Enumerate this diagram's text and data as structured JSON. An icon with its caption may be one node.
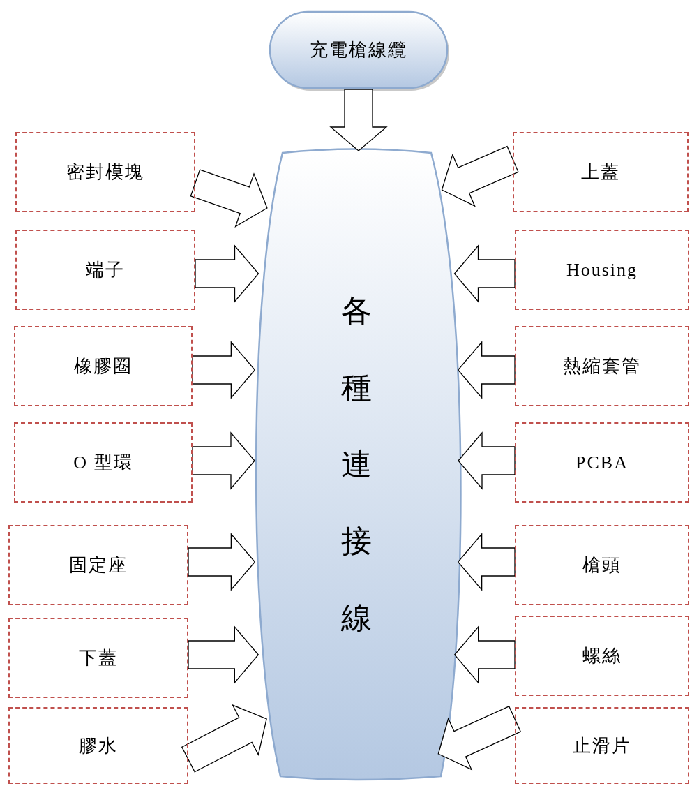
{
  "diagram": {
    "nodes": [
      {
        "text": [
          "充電槍線纜"
        ]
      },
      {
        "text": [
          "各種連接線"
        ]
      },
      {
        "text": [
          "密封模塊"
        ]
      },
      {
        "text": [
          "端子"
        ]
      },
      {
        "text": [
          "橡膠圈"
        ]
      },
      {
        "text": [
          "O 型環"
        ]
      },
      {
        "text": [
          "固定座"
        ]
      },
      {
        "text": [
          "下蓋"
        ]
      },
      {
        "text": [
          "膠水"
        ]
      },
      {
        "text": [
          "上蓋"
        ]
      },
      {
        "text": [
          "Housing"
        ]
      },
      {
        "text": [
          "熱縮套管"
        ]
      },
      {
        "text": [
          "PCBA"
        ]
      },
      {
        "text": [
          "槍頭"
        ]
      },
      {
        "text": [
          "螺絲"
        ]
      },
      {
        "text": [
          "止滑片"
        ]
      }
    ],
    "edges": [
      {
        "from": 0,
        "to": 1,
        "arrow": "to"
      },
      {
        "from": 2,
        "to": 1,
        "arrow": "to"
      },
      {
        "from": 3,
        "to": 1,
        "arrow": "to"
      },
      {
        "from": 4,
        "to": 1,
        "arrow": "to"
      },
      {
        "from": 5,
        "to": 1,
        "arrow": "to"
      },
      {
        "from": 6,
        "to": 1,
        "arrow": "to"
      },
      {
        "from": 7,
        "to": 1,
        "arrow": "to"
      },
      {
        "from": 8,
        "to": 1,
        "arrow": "to"
      },
      {
        "from": 9,
        "to": 1,
        "arrow": "to"
      },
      {
        "from": 10,
        "to": 1,
        "arrow": "to"
      },
      {
        "from": 11,
        "to": 1,
        "arrow": "to"
      },
      {
        "from": 12,
        "to": 1,
        "arrow": "to"
      },
      {
        "from": 13,
        "to": 1,
        "arrow": "to"
      },
      {
        "from": 14,
        "to": 1,
        "arrow": "to"
      },
      {
        "from": 15,
        "to": 1,
        "arrow": "to"
      }
    ]
  }
}
